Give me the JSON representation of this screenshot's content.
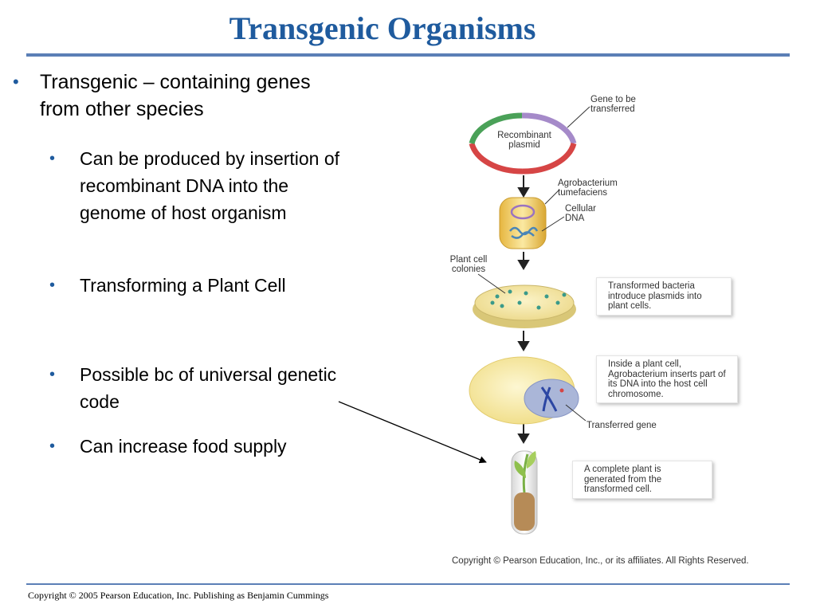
{
  "slide": {
    "title": "Transgenic Organisms",
    "bullet_main": "Transgenic – containing genes from other species",
    "sub_bullets": [
      "Can be produced by insertion of recombinant DNA into the genome of host organism",
      "Transforming a Plant Cell",
      "Possible bc of universal genetic code",
      "Can increase food supply"
    ],
    "footer": "Copyright © 2005 Pearson Education, Inc. Publishing as Benjamin Cummings"
  },
  "figure": {
    "labels": {
      "gene": "Gene to be transferred",
      "plasmid": "Recombinant plasmid",
      "agrobacterium": "Agrobacterium tumefaciens",
      "cellular_dna": "Cellular DNA",
      "plant_cell_colonies": "Plant cell colonies",
      "transferred_gene": "Transferred gene"
    },
    "callouts": [
      "Transformed bacteria introduce plasmids into plant cells.",
      "Inside a plant cell, Agrobacterium inserts part of its DNA into the host cell chromosome.",
      "A complete plant is generated from the transformed cell."
    ],
    "copyright": "Copyright © Pearson Education, Inc., or its affiliates. All Rights Reserved."
  },
  "colors": {
    "title": "#1f5b9e",
    "rule": "#5b7fb6",
    "bullet": "#1f5b9e"
  }
}
